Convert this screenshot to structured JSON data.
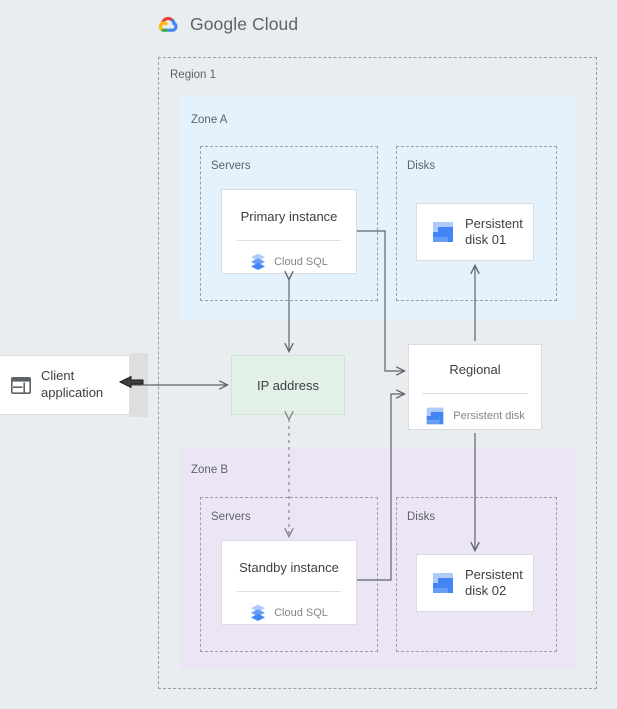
{
  "brand": {
    "name_bold": "Google",
    "name_light": " Cloud",
    "logo_icon": "google-cloud-logo-icon",
    "colors": {
      "blue": "#4285F4",
      "red": "#EA4335",
      "yellow": "#FBBC05",
      "green": "#34A853"
    }
  },
  "canvas": {
    "background": "#eaedef"
  },
  "region": {
    "label": "Region 1",
    "border_style": "dashed",
    "border_color": "#9aa0a6"
  },
  "zones": [
    {
      "id": "zone-a",
      "label": "Zone A",
      "background": "#e3f2fd",
      "groups": [
        {
          "id": "servers-a",
          "label": "Servers",
          "nodes": [
            {
              "id": "primary-instance",
              "title": "Primary instance",
              "sublabel": "Cloud SQL",
              "icon": "cloud-sql-icon"
            }
          ]
        },
        {
          "id": "disks-a",
          "label": "Disks",
          "nodes": [
            {
              "id": "persistent-disk-01",
              "title_line1": "Persistent",
              "title_line2": "disk 01",
              "icon": "persistent-disk-icon"
            }
          ]
        }
      ]
    },
    {
      "id": "zone-b",
      "label": "Zone B",
      "background": "#ece5f6",
      "groups": [
        {
          "id": "servers-b",
          "label": "Servers",
          "nodes": [
            {
              "id": "standby-instance",
              "title": "Standby instance",
              "sublabel": "Cloud SQL",
              "icon": "cloud-sql-icon"
            }
          ]
        },
        {
          "id": "disks-b",
          "label": "Disks",
          "nodes": [
            {
              "id": "persistent-disk-02",
              "title_line1": "Persistent",
              "title_line2": "disk 02",
              "icon": "persistent-disk-icon"
            }
          ]
        }
      ]
    }
  ],
  "nodes": {
    "client_application": {
      "line1": "Client",
      "line2": "application",
      "icon": "client-window-icon",
      "background": "#ffffff"
    },
    "ip_address": {
      "label": "IP address",
      "background": "#e3f0e7"
    },
    "regional_disk": {
      "title": "Regional",
      "sublabel": "Persistent disk",
      "icon": "persistent-disk-icon",
      "background": "#ffffff"
    }
  },
  "connectors": [
    {
      "id": "client-to-ip",
      "from": "client-application",
      "to": "ip-address",
      "style": "solid",
      "arrows": "end"
    },
    {
      "id": "primary-to-ip",
      "from": "primary-instance",
      "to": "ip-address",
      "style": "solid",
      "arrows": "both"
    },
    {
      "id": "ip-to-standby",
      "from": "ip-address",
      "to": "standby-instance",
      "style": "dashed",
      "arrows": "both"
    },
    {
      "id": "primary-to-regional",
      "from": "primary-instance",
      "to": "regional-disk",
      "style": "solid",
      "arrows": "end"
    },
    {
      "id": "standby-to-regional",
      "from": "standby-instance",
      "to": "regional-disk",
      "style": "solid",
      "arrows": "end"
    },
    {
      "id": "regional-to-disk01",
      "from": "regional-disk",
      "to": "persistent-disk-01",
      "style": "solid",
      "arrows": "end"
    },
    {
      "id": "regional-to-disk02",
      "from": "regional-disk",
      "to": "persistent-disk-02",
      "style": "solid",
      "arrows": "end"
    }
  ],
  "cursor": {
    "icon": "mouse-pointer-icon",
    "direction": "left"
  }
}
